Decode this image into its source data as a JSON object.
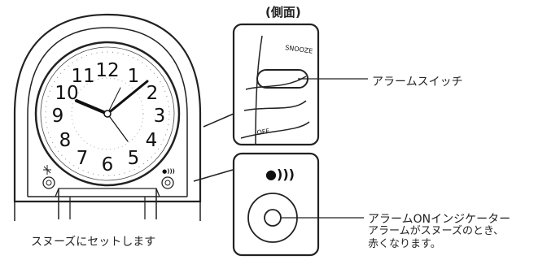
{
  "side_view_title": "(側面)",
  "switch": {
    "snooze_label": "SNOOZE",
    "off_label": "OFF",
    "callout": "アラームスイッチ"
  },
  "indicator": {
    "symbol": "●)))",
    "callout_title": "アラームONインジケーター",
    "callout_line1": "アラームがスヌーズのとき、",
    "callout_line2": "赤くなります。"
  },
  "clock": {
    "numerals": [
      "12",
      "1",
      "2",
      "3",
      "4",
      "5",
      "6",
      "7",
      "8",
      "9",
      "10",
      "11"
    ],
    "left_button_icon": "snooze-icon",
    "right_button_icon": "alarm-indicator-icon",
    "right_button_symbol": "●)))"
  },
  "snooze_caption": "スヌーズにセットします"
}
